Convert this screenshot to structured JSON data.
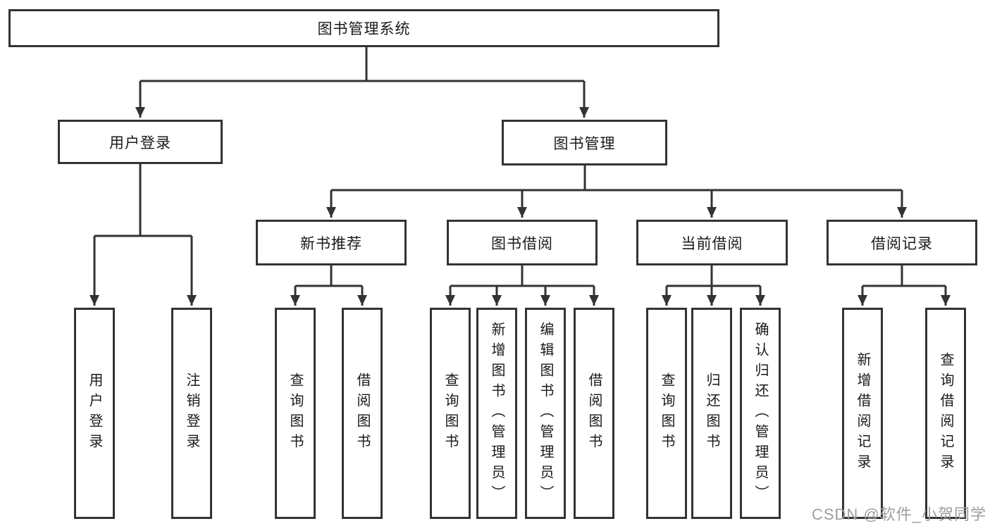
{
  "diagram": {
    "root": {
      "label": "图书管理系统"
    },
    "branches": [
      {
        "label": "用户登录",
        "children": [
          {
            "label": "用户登录"
          },
          {
            "label": "注销登录"
          }
        ]
      },
      {
        "label": "图书管理",
        "children": [
          {
            "label": "新书推荐",
            "children": [
              {
                "label": "查询图书"
              },
              {
                "label": "借阅图书"
              }
            ]
          },
          {
            "label": "图书借阅",
            "children": [
              {
                "label": "查询图书"
              },
              {
                "label": "新增图书（管理员）"
              },
              {
                "label": "编辑图书（管理员）"
              },
              {
                "label": "借阅图书"
              }
            ]
          },
          {
            "label": "当前借阅",
            "children": [
              {
                "label": "查询图书"
              },
              {
                "label": "归还图书"
              },
              {
                "label": "确认归还（管理员）"
              }
            ]
          },
          {
            "label": "借阅记录",
            "children": [
              {
                "label": "新增借阅记录"
              },
              {
                "label": "查询借阅记录"
              }
            ]
          }
        ]
      }
    ]
  },
  "watermark": {
    "text": "CSDN @软件_小贺同学"
  },
  "colors": {
    "line": "#333333",
    "text": "#1a1a1a",
    "background": "#ffffff",
    "watermark": "#9e9e9e"
  }
}
